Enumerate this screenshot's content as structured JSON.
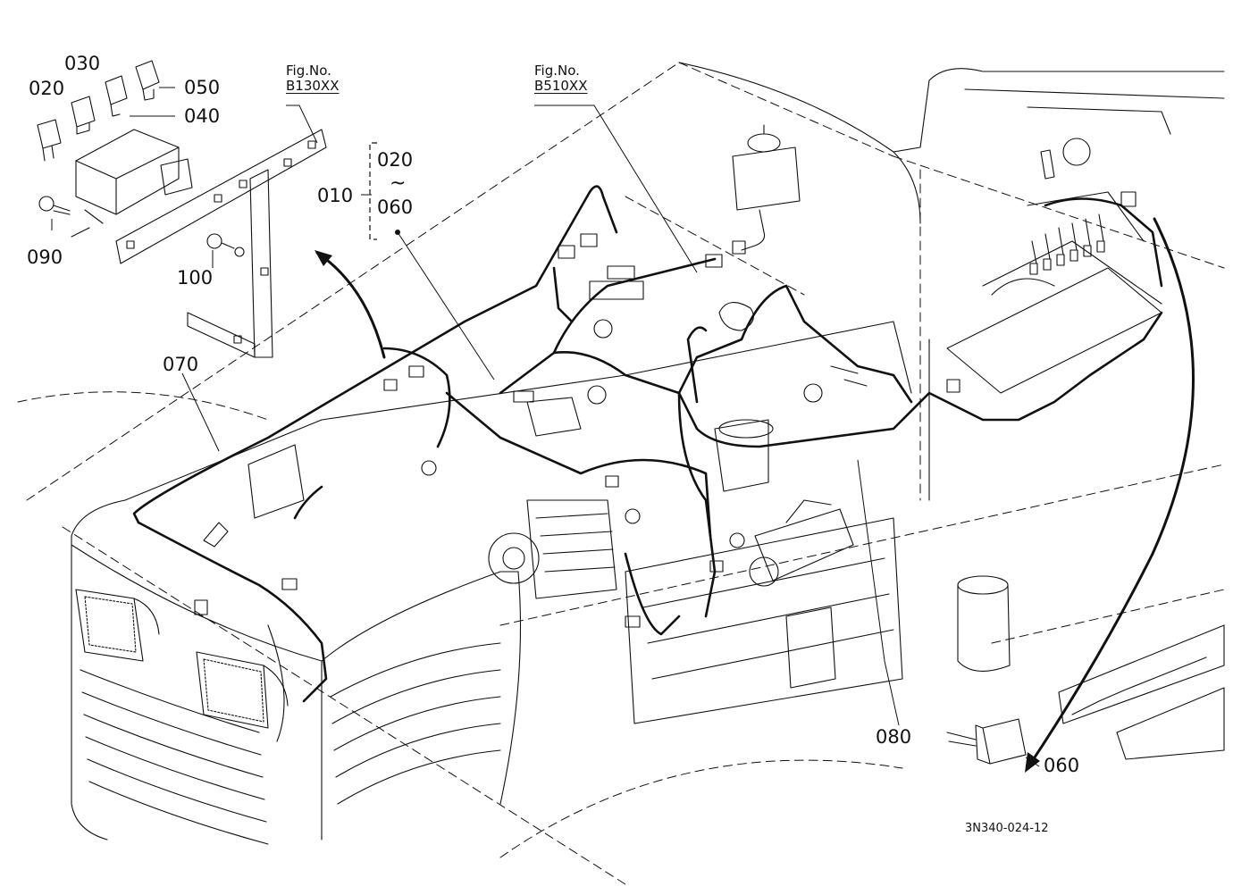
{
  "diagram": {
    "drawing_code": "3N340-024-12",
    "figure_refs": [
      {
        "id": "fig-b130",
        "label": "Fig.No.",
        "number": "B130XX"
      },
      {
        "id": "fig-b510",
        "label": "Fig.No.",
        "number": "B510XX"
      }
    ],
    "part_labels": {
      "p020_top": "020",
      "p030": "030",
      "p040": "040",
      "p050": "050",
      "p090": "090",
      "p100": "100",
      "p010": "010",
      "p020_group": "020",
      "range_sep": "~",
      "p060_group": "060",
      "p070": "070",
      "p080": "080",
      "p060_bottom": "060"
    }
  }
}
